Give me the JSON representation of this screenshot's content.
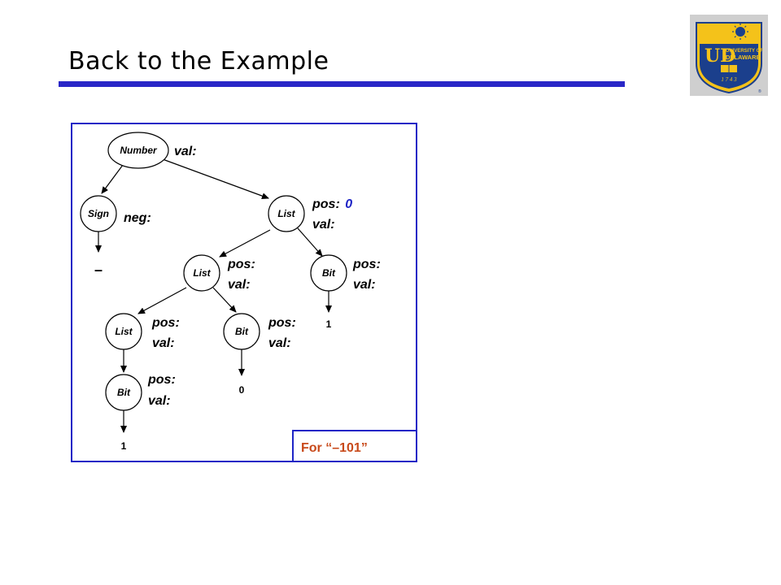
{
  "slide": {
    "title": "Back to the Example"
  },
  "logo": {
    "university": "UNIVERSITY OF",
    "name": "DELAWARE",
    "initials": "UD",
    "year": "1 7 4 3",
    "registered": "®"
  },
  "tree": {
    "nodes": {
      "number": {
        "label": "Number",
        "attr1": "val:"
      },
      "sign": {
        "label": "Sign",
        "attr1": "neg:",
        "leaf": "–"
      },
      "list1": {
        "label": "List",
        "attr1": "pos:",
        "attr1_value": "0",
        "attr2": "val:"
      },
      "list2": {
        "label": "List",
        "attr1": "pos:",
        "attr2": "val:"
      },
      "bit1": {
        "label": "Bit",
        "attr1": "pos:",
        "attr2": "val:",
        "leaf": "1"
      },
      "list3": {
        "label": "List",
        "attr1": "pos:",
        "attr2": "val:"
      },
      "bit2": {
        "label": "Bit",
        "attr1": "pos:",
        "attr2": "val:",
        "leaf": "0"
      },
      "bit3": {
        "label": "Bit",
        "attr1": "pos:",
        "attr2": "val:",
        "leaf": "1"
      }
    },
    "caption": "For “–101”"
  }
}
